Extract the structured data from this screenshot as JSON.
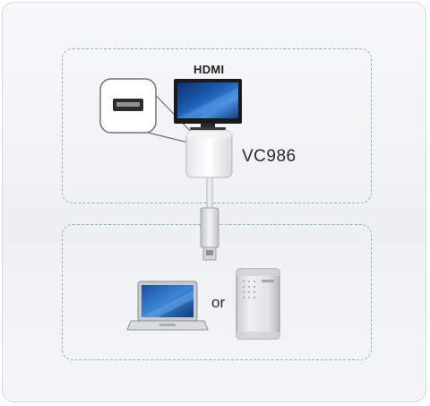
{
  "labels": {
    "display_port": "HDMI",
    "model": "VC986",
    "or": "or"
  },
  "icons": {
    "display": "hdmi-monitor-icon",
    "port_callout": "hdmi-port-callout-icon",
    "adapter": "adapter-icon",
    "connector": "displayport-plug-icon",
    "laptop": "laptop-icon",
    "desktop": "desktop-tower-icon"
  },
  "colors": {
    "dashed_border": "#8fb3cf",
    "screen_blue": "#1e5fb8",
    "text": "#222222"
  }
}
